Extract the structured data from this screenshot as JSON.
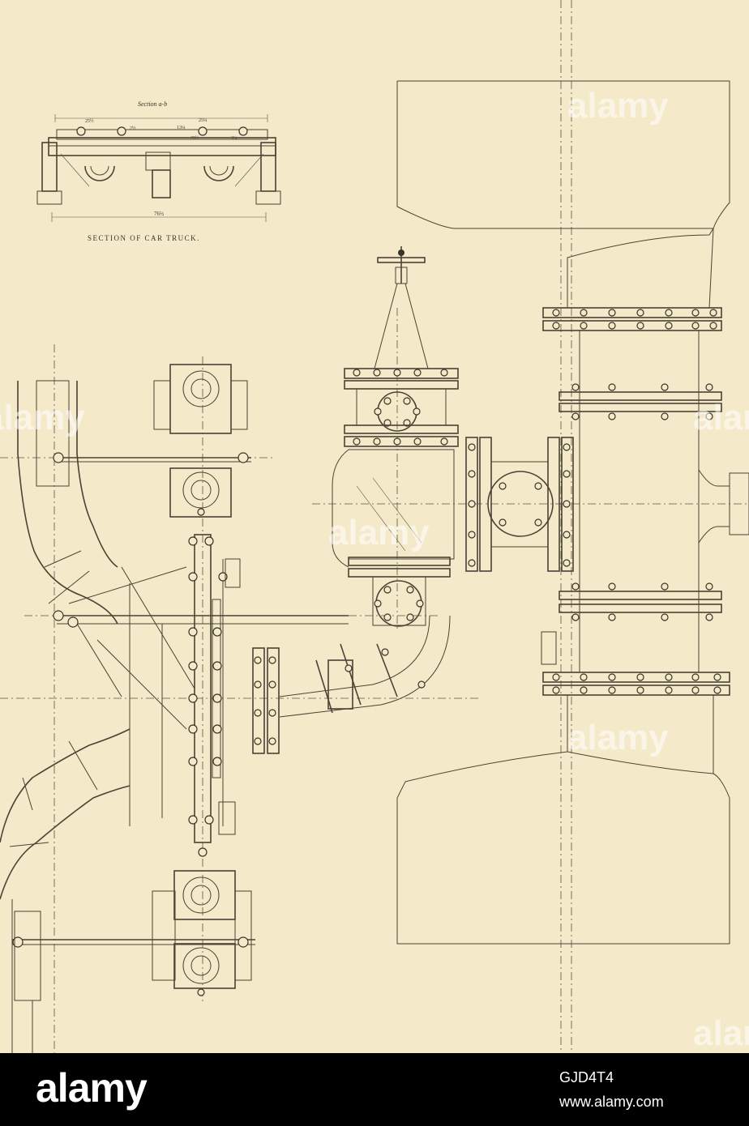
{
  "drawing": {
    "inset_section_label": "Section a-b",
    "inset_caption": "SECTION OF CAR TRUCK.",
    "inset_dimensions": [
      "25½",
      "13¼",
      "2½",
      "25¼",
      "20½",
      "3¼",
      "76½"
    ],
    "watermark_text": "alamy"
  },
  "stock_bar": {
    "logo": "alamy",
    "image_id": "GJD4T4",
    "url": "www.alamy.com"
  }
}
